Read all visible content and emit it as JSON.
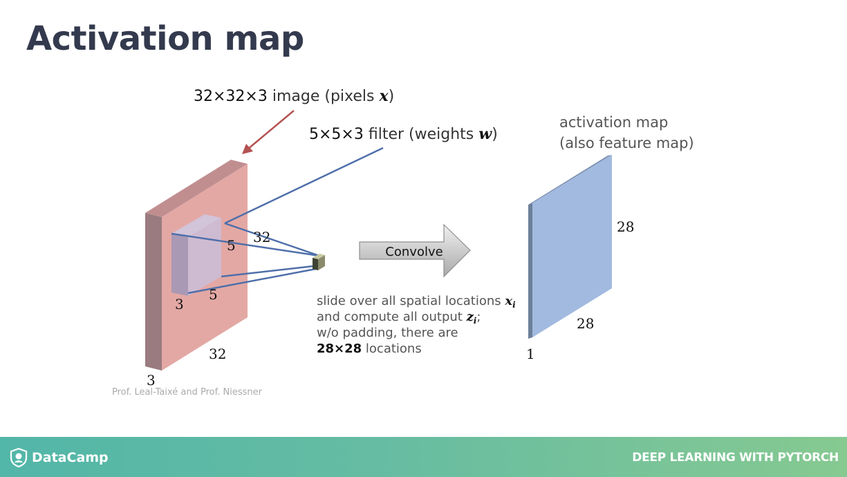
{
  "slide": {
    "title": "Activation map"
  },
  "diagram": {
    "input_label": {
      "dims": "32×32×3",
      "text": " image (pixels ",
      "var": "x",
      "close": ")"
    },
    "filter_label": {
      "dims": "5×5×3",
      "text": " filter (weights ",
      "var": "w",
      "close": ")"
    },
    "output_label": {
      "line1": "activation map",
      "line2": "(also feature map)"
    },
    "input_dims": {
      "height": "32",
      "width": "32",
      "depth": "3"
    },
    "filter_dims": {
      "height": "5",
      "width": "5",
      "depth": "3"
    },
    "output_dims": {
      "height": "28",
      "width": "28",
      "depth": "1"
    },
    "arrow_label": "Convolve",
    "description": {
      "line1_text": "slide over all spatial locations ",
      "line1_var": "x",
      "line1_sub": "i",
      "line2_text": "and compute all output ",
      "line2_var": "z",
      "line2_sub": "i",
      "line2_end": ";",
      "line3": "w/o padding, there are",
      "line4_bold": "28×28",
      "line4_text": " locations"
    },
    "credit": "Prof. Leal-Taixé and Prof. Niessner"
  },
  "colors": {
    "title": "#343a4e",
    "input_face": "#e3a8a4",
    "output_face": "#a2badf",
    "arrow_red": "#b55252",
    "line_blue": "#4f6faa"
  },
  "footer": {
    "brand": "DataCamp",
    "course": "DEEP LEARNING WITH PYTORCH"
  }
}
